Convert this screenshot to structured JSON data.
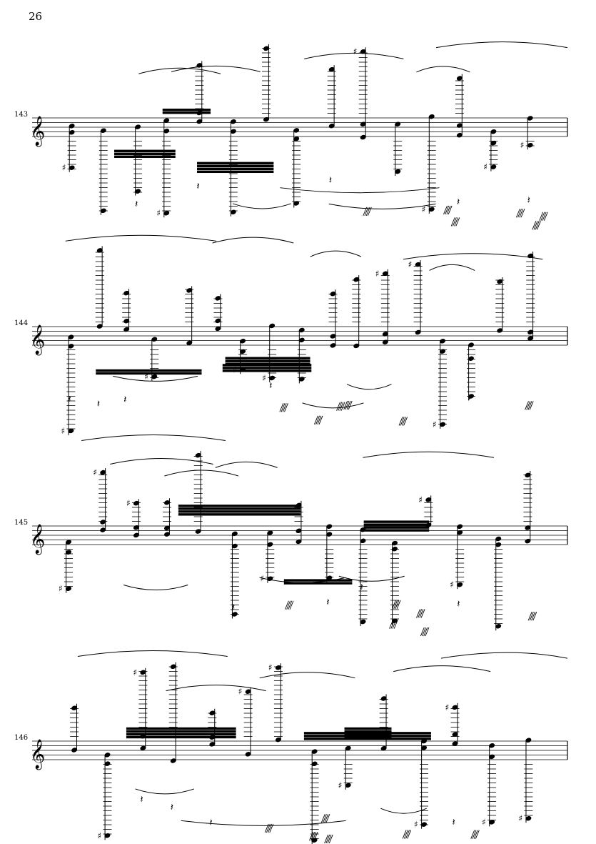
{
  "page": {
    "number": "26"
  },
  "systems": [
    {
      "measure": "143"
    },
    {
      "measure": "144"
    },
    {
      "measure": "145"
    },
    {
      "measure": "146"
    }
  ],
  "glyphs": {
    "treble_clef": "𝄞",
    "sharp": "♯",
    "rest": "𝄽"
  }
}
